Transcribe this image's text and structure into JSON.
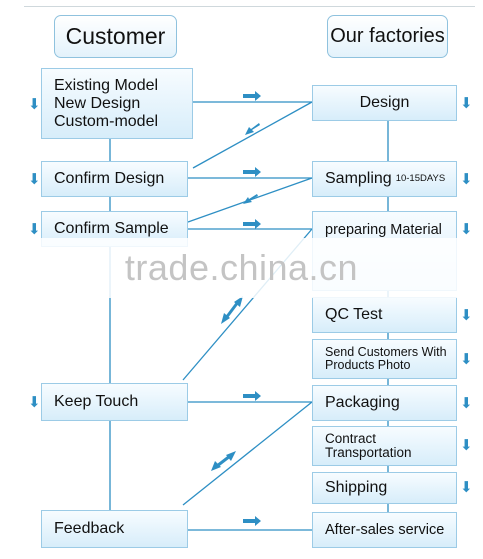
{
  "customer_header": "Customer",
  "factory_header": "Our factories",
  "customer_steps": {
    "model_options": [
      "Existing Model",
      "New Design",
      "Custom-model"
    ],
    "confirm_design": "Confirm Design",
    "confirm_sample": "Confirm Sample",
    "keep_touch": "Keep Touch",
    "feedback": "Feedback"
  },
  "factory_steps": {
    "design": "Design",
    "sampling": "Sampling",
    "sampling_days": "10-15DAYS",
    "preparing_material": "preparing Material",
    "qc_test": "QC Test",
    "send_photo": [
      "Send Customers With",
      "Products Photo"
    ],
    "packaging": "Packaging",
    "contract_transport": [
      "Contract",
      "Transportation"
    ],
    "shipping": "Shipping",
    "after_sales": "After-sales service"
  },
  "watermark": "trade.china.cn",
  "colors": {
    "line": "#2e8fc4",
    "box_border": "#9ccbe6",
    "box_fill_top": "#f7fcff",
    "box_fill_bottom": "#d7edfa"
  }
}
